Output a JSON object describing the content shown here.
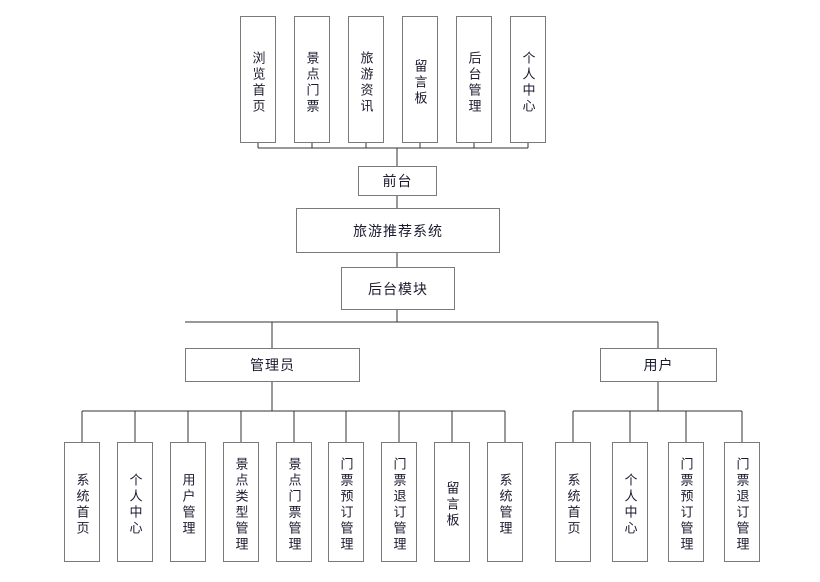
{
  "diagram": {
    "type": "organization-tree",
    "title_text": "旅游推荐系统",
    "colors": {
      "box_border": "#7a7a7a",
      "line": "#333333",
      "text": "#1b1b2f",
      "background": "#ffffff"
    },
    "root": {
      "label": "旅游推荐系统"
    },
    "frontend": {
      "label": "前台",
      "items": [
        {
          "label": "浏览首页"
        },
        {
          "label": "景点门票"
        },
        {
          "label": "旅游资讯"
        },
        {
          "label": "留言板"
        },
        {
          "label": "后台管理"
        },
        {
          "label": "个人中心"
        }
      ]
    },
    "backend": {
      "label": "后台模块",
      "branches": [
        {
          "label": "管理员",
          "items": [
            {
              "label": "系统首页"
            },
            {
              "label": "个人中心"
            },
            {
              "label": "用户管理"
            },
            {
              "label": "景点类型管理"
            },
            {
              "label": "景点门票管理"
            },
            {
              "label": "门票预订管理"
            },
            {
              "label": "门票退订管理"
            },
            {
              "label": "留言板"
            },
            {
              "label": "系统管理"
            }
          ]
        },
        {
          "label": "用户",
          "items": [
            {
              "label": "系统首页"
            },
            {
              "label": "个人中心"
            },
            {
              "label": "门票预订管理"
            },
            {
              "label": "门票退订管理"
            }
          ]
        }
      ]
    }
  }
}
